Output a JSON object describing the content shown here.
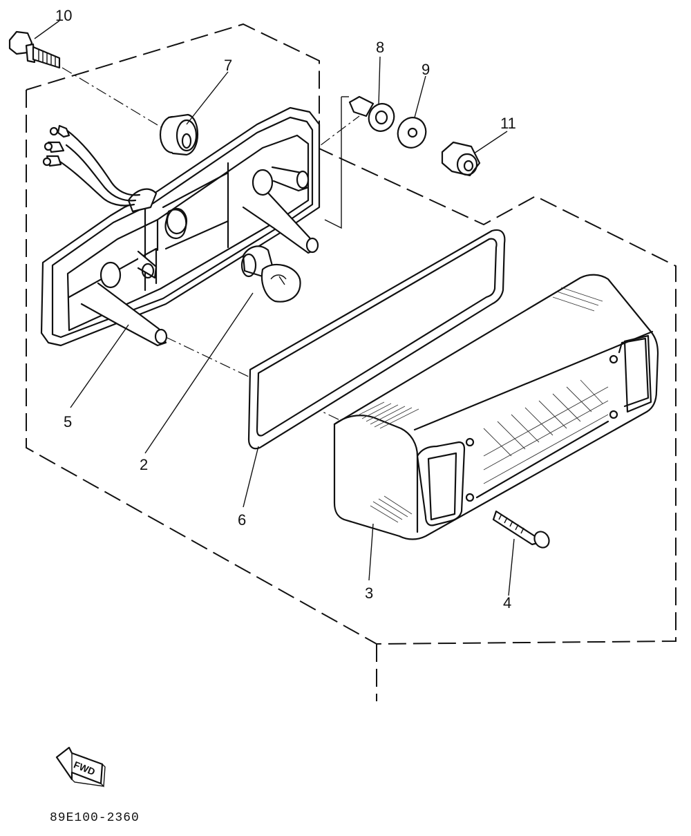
{
  "diagram": {
    "callouts": [
      {
        "id": "c10",
        "label": "10"
      },
      {
        "id": "c7",
        "label": "7"
      },
      {
        "id": "c8",
        "label": "8"
      },
      {
        "id": "c9",
        "label": "9"
      },
      {
        "id": "c11",
        "label": "11"
      },
      {
        "id": "c5",
        "label": "5"
      },
      {
        "id": "c2",
        "label": "2"
      },
      {
        "id": "c6",
        "label": "6"
      },
      {
        "id": "c3",
        "label": "3"
      },
      {
        "id": "c4",
        "label": "4"
      }
    ],
    "direction_arrow_label": "FWD",
    "drawing_code": "89E100-2360"
  }
}
